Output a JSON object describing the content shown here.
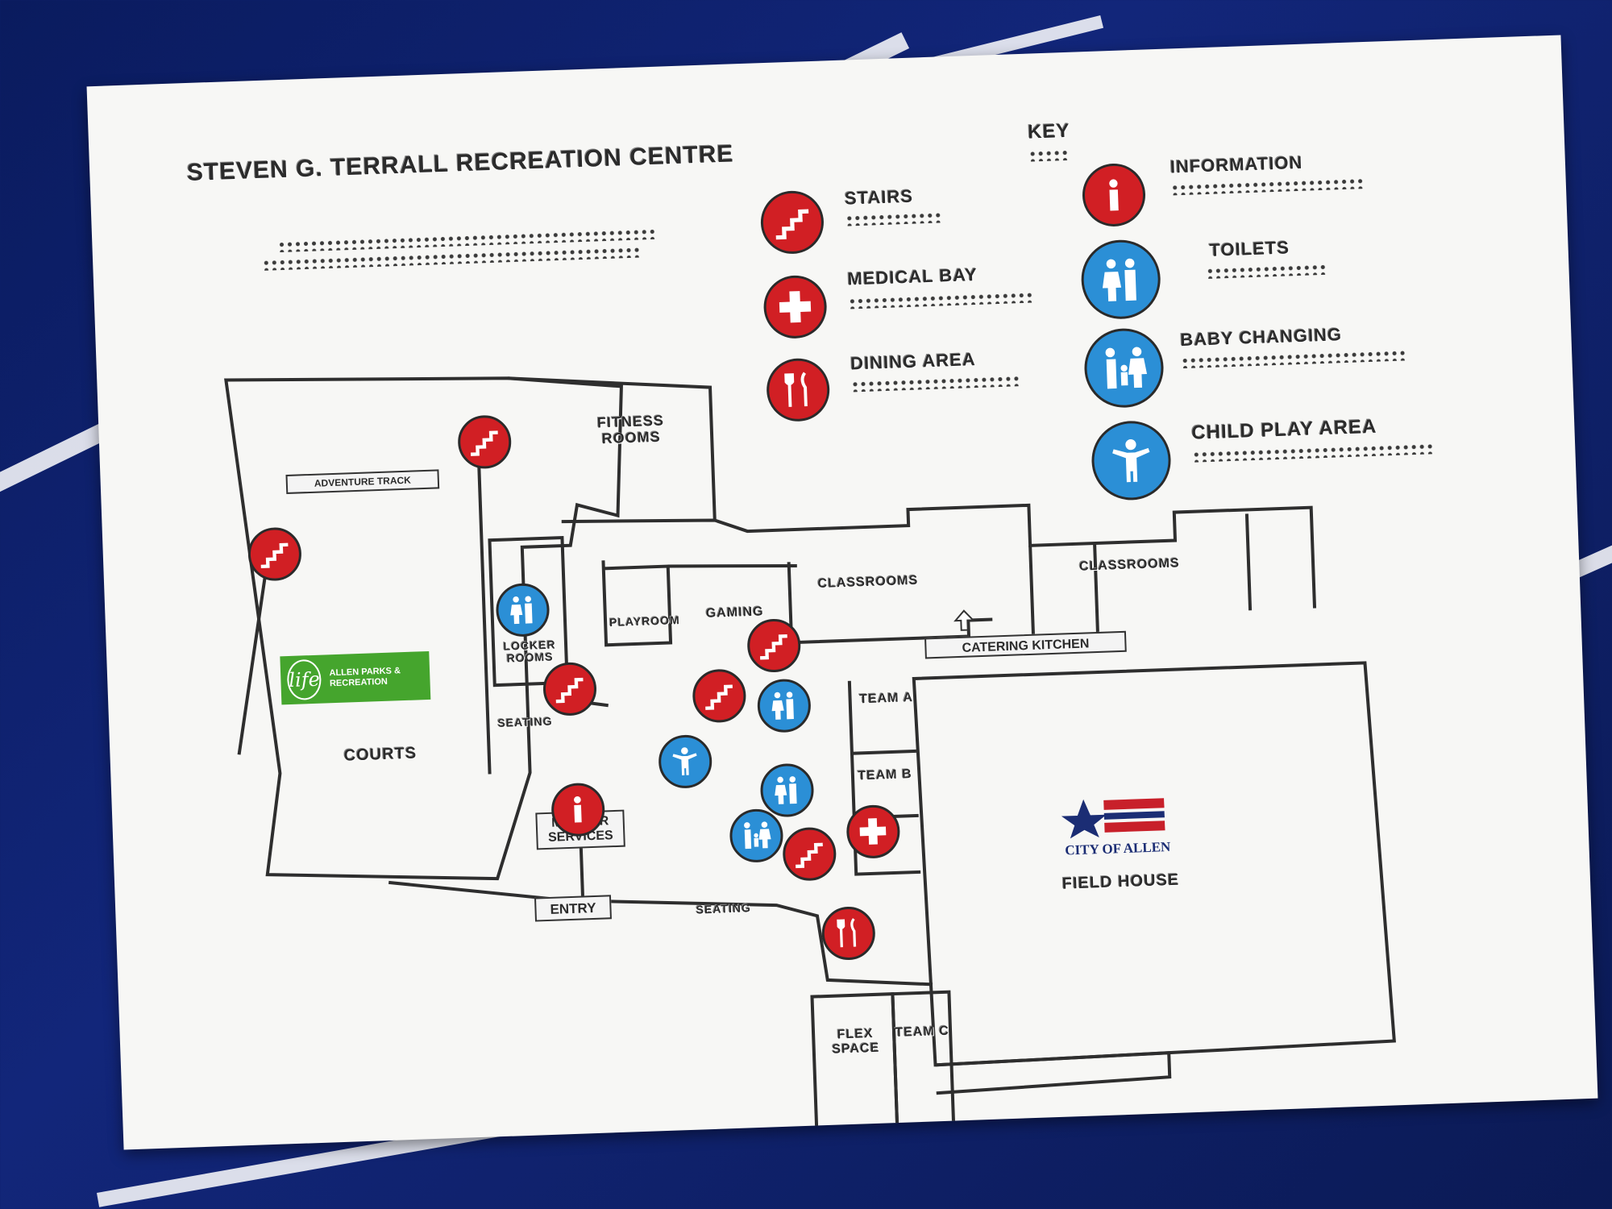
{
  "map": {
    "title": "STEVEN G. TERRALL RECREATION CENTRE",
    "key_title": "KEY",
    "legend": [
      {
        "label": "STAIRS",
        "icon": "stairs-icon",
        "color": "#d11f24"
      },
      {
        "label": "MEDICAL BAY",
        "icon": "medical-cross-icon",
        "color": "#d11f24"
      },
      {
        "label": "DINING AREA",
        "icon": "dining-icon",
        "color": "#d11f24"
      },
      {
        "label": "INFORMATION",
        "icon": "information-icon",
        "color": "#d11f24"
      },
      {
        "label": "TOILETS",
        "icon": "toilets-icon",
        "color": "#2b8fd6"
      },
      {
        "label": "BABY CHANGING",
        "icon": "baby-changing-icon",
        "color": "#2b8fd6"
      },
      {
        "label": "CHILD PLAY AREA",
        "icon": "child-play-icon",
        "color": "#2b8fd6"
      }
    ],
    "rooms": {
      "fitness": "FITNESS ROOMS",
      "adventure": "ADVENTURE TRACK",
      "locker": "LOCKER ROOMS",
      "playroom": "PLAYROOM",
      "gaming": "GAMING",
      "classrooms_1": "CLASSROOMS",
      "classrooms_2": "CLASSROOMS",
      "catering": "CATERING KITCHEN",
      "seating_1": "SEATING",
      "courts": "COURTS",
      "team_a": "TEAM A",
      "team_b": "TEAM B",
      "member": "MEMBER SERVICES",
      "entry": "ENTRY",
      "seating_2": "SEATING",
      "flex": "FLEX SPACE",
      "team_c": "TEAM C",
      "field_house": "FIELD HOUSE"
    },
    "logos": {
      "life_word": "life",
      "life_tag": "ALLEN PARKS & RECREATION",
      "city": "CITY OF ALLEN"
    },
    "colors": {
      "red": "#d11f24",
      "blue": "#2b8fd6",
      "green": "#45a52d",
      "board": "#f7f7f5"
    }
  }
}
